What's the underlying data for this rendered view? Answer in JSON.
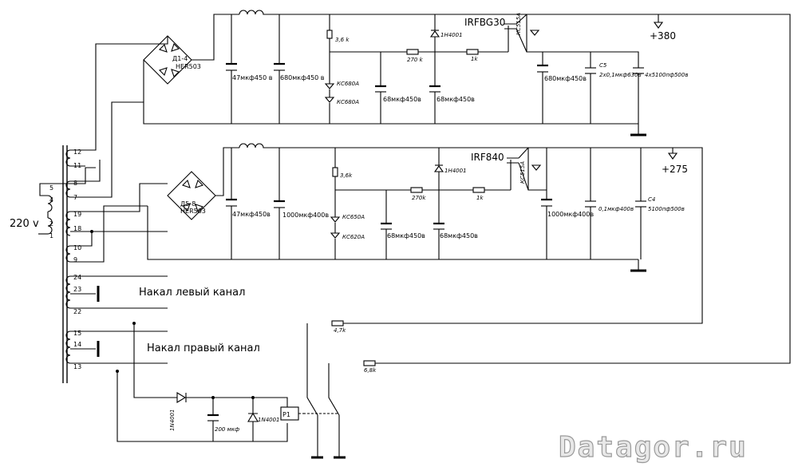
{
  "mains": "220 v",
  "rail1": "+380",
  "rail2": "+275",
  "mosfet1": "IRFBG30",
  "mosfet2": "IRF840",
  "bridge1": {
    "name": "Д1-4",
    "part": "HER503"
  },
  "bridge2": {
    "name": "Д5-8",
    "part": "HER503"
  },
  "r1": {
    "c1": "47мкф450 в",
    "c2": "680мкф450 в",
    "r_div": "3,6 k",
    "z1": "КС680А",
    "z2": "КС680А",
    "r_g": "270 k",
    "c3": "68мкф450в",
    "d": "1Н4001",
    "c4": "68мкф450в",
    "r_gate": "1k",
    "zg": "КС515А",
    "c5": "680мкф450в",
    "c6_ref": "C5",
    "c6": "2х0,1мкф630в",
    "c7": "4х5100пф500в"
  },
  "r2": {
    "c1": "47мкф450в",
    "c2": "1000мкф400в",
    "r_div": "3,6k",
    "z1": "КС650А",
    "z2": "КС620А",
    "r_g": "270k",
    "c3": "68мкф450в",
    "d": "1Н4001",
    "c4": "68мкф450в",
    "r_gate": "1k",
    "zg": "КС515А",
    "c5": "1000мкф400в",
    "c6": "0,1мкф400в",
    "c7_ref": "C4",
    "c7": "5100пф500в"
  },
  "pins": [
    "12",
    "11",
    "8",
    "7",
    "5",
    "4",
    "2",
    "1",
    "19",
    "18",
    "10",
    "9",
    "24",
    "23",
    "22",
    "15",
    "14",
    "13"
  ],
  "heater_left": "Накал левый канал",
  "heater_right": "Накал правый канал",
  "delay": {
    "d1": "1N4001",
    "c": "200 мкф",
    "d2": "1N4001",
    "relay": "P1",
    "r1": "4,7k",
    "r2": "6,8k"
  },
  "watermark": "Datagor.ru"
}
